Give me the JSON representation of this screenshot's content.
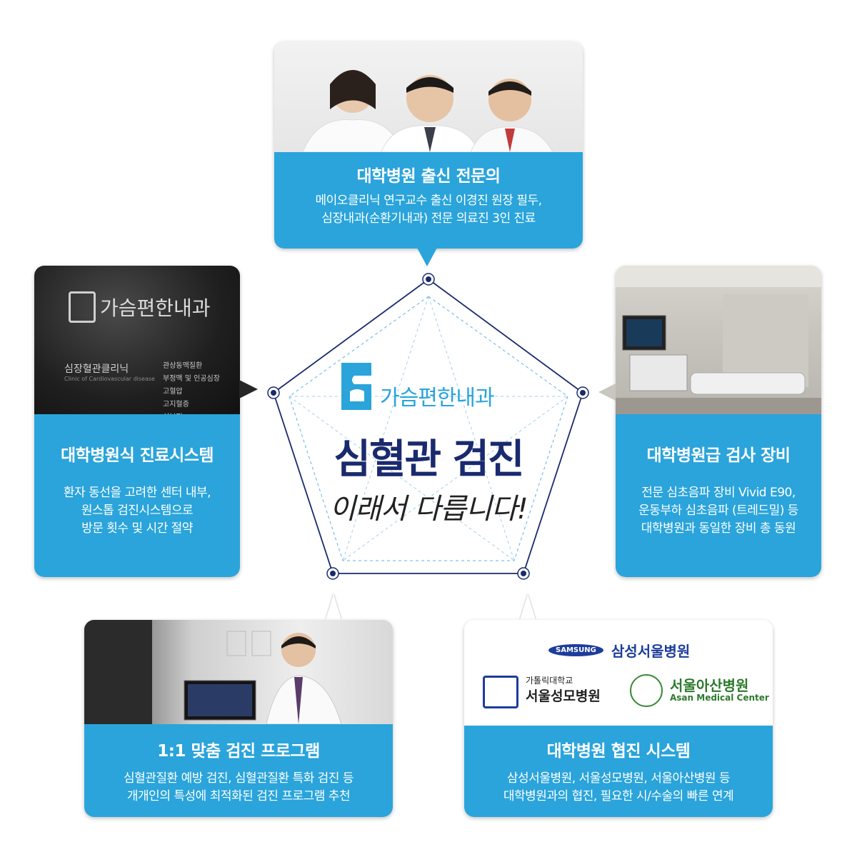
{
  "center": {
    "logo_text": "가슴편한내과",
    "title": "심혈관 검진",
    "subtitle": "이래서 다릅니다!"
  },
  "cards": {
    "top": {
      "title": "대학병원 출신 전문의",
      "desc1": "메이오클리닉 연구교수 출신 이경진 원장 필두,",
      "desc2": "심장내과(순환기내과) 전문 의료진 3인 진료"
    },
    "left": {
      "title": "대학병원식 진료시스템",
      "desc1": "환자 동선을 고려한 센터 내부,",
      "desc2": "원스톱 검진시스템으로",
      "desc3": "방문 횟수 및 시간 절약",
      "sign_brand": "가슴편한내과",
      "sign_clinic": "심장혈관클리닉",
      "sign_clinic_en": "Clinic of Cardiovascular disease",
      "sign_list": [
        "관상동맥질환",
        "부정맥 및 인공심장",
        "고혈압",
        "고지혈증",
        "심부전"
      ]
    },
    "right": {
      "title": "대학병원급 검사 장비",
      "desc1": "전문 심초음파 장비 Vivid E90,",
      "desc2": "운동부하 심초음파 (트레드밀) 등",
      "desc3": "대학병원과 동일한 장비 총 동원"
    },
    "bottom_left": {
      "title": "1:1 맞춤 검진 프로그램",
      "desc1": "심혈관질환 예방 검진, 심혈관질환 특화 검진 등",
      "desc2": "개개인의 특성에 최적화된 검진 프로그램 추천"
    },
    "bottom_right": {
      "title": "대학병원 협진 시스템",
      "desc1": "삼성서울병원, 서울성모병원, 서울아산병원 등",
      "desc2": "대학병원과의 협진, 필요한 시/수술의 빠른 연계",
      "samsung_badge": "SAMSUNG",
      "samsung_name": "삼성서울병원",
      "catholic_univ": "가톨릭대학교",
      "catholic_name": "서울성모병원",
      "asan_name": "서울아산병원",
      "asan_en": "Asan Medical Center"
    }
  },
  "colors": {
    "accent_blue": "#2aa4db",
    "navy": "#1a2a6e",
    "dark_text": "#222222"
  }
}
